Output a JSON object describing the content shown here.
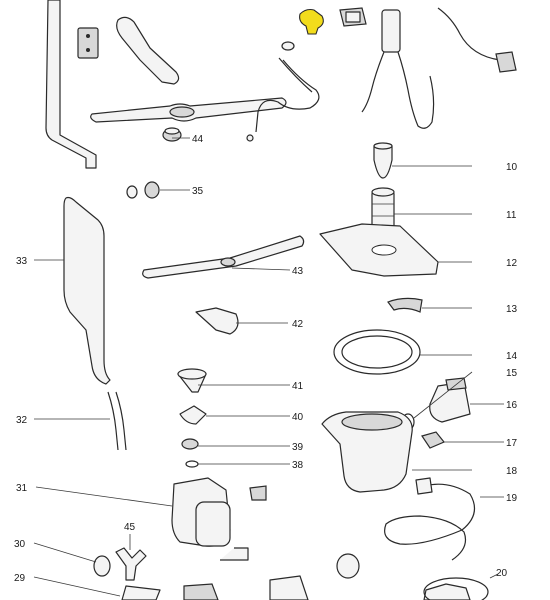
{
  "callouts": {
    "c10": "10",
    "c11": "11",
    "c12": "12",
    "c13": "13",
    "c14": "14",
    "c15": "15",
    "c16": "16",
    "c17": "17",
    "c18": "18",
    "c19": "19",
    "c20": "20",
    "c29": "29",
    "c30": "30",
    "c31": "31",
    "c32": "32",
    "c33": "33",
    "c35": "35",
    "c38": "38",
    "c39": "39",
    "c40": "40",
    "c41": "41",
    "c42": "42",
    "c43": "43",
    "c44": "44",
    "c45": "45"
  },
  "highlight_color": "#f2dc1c"
}
